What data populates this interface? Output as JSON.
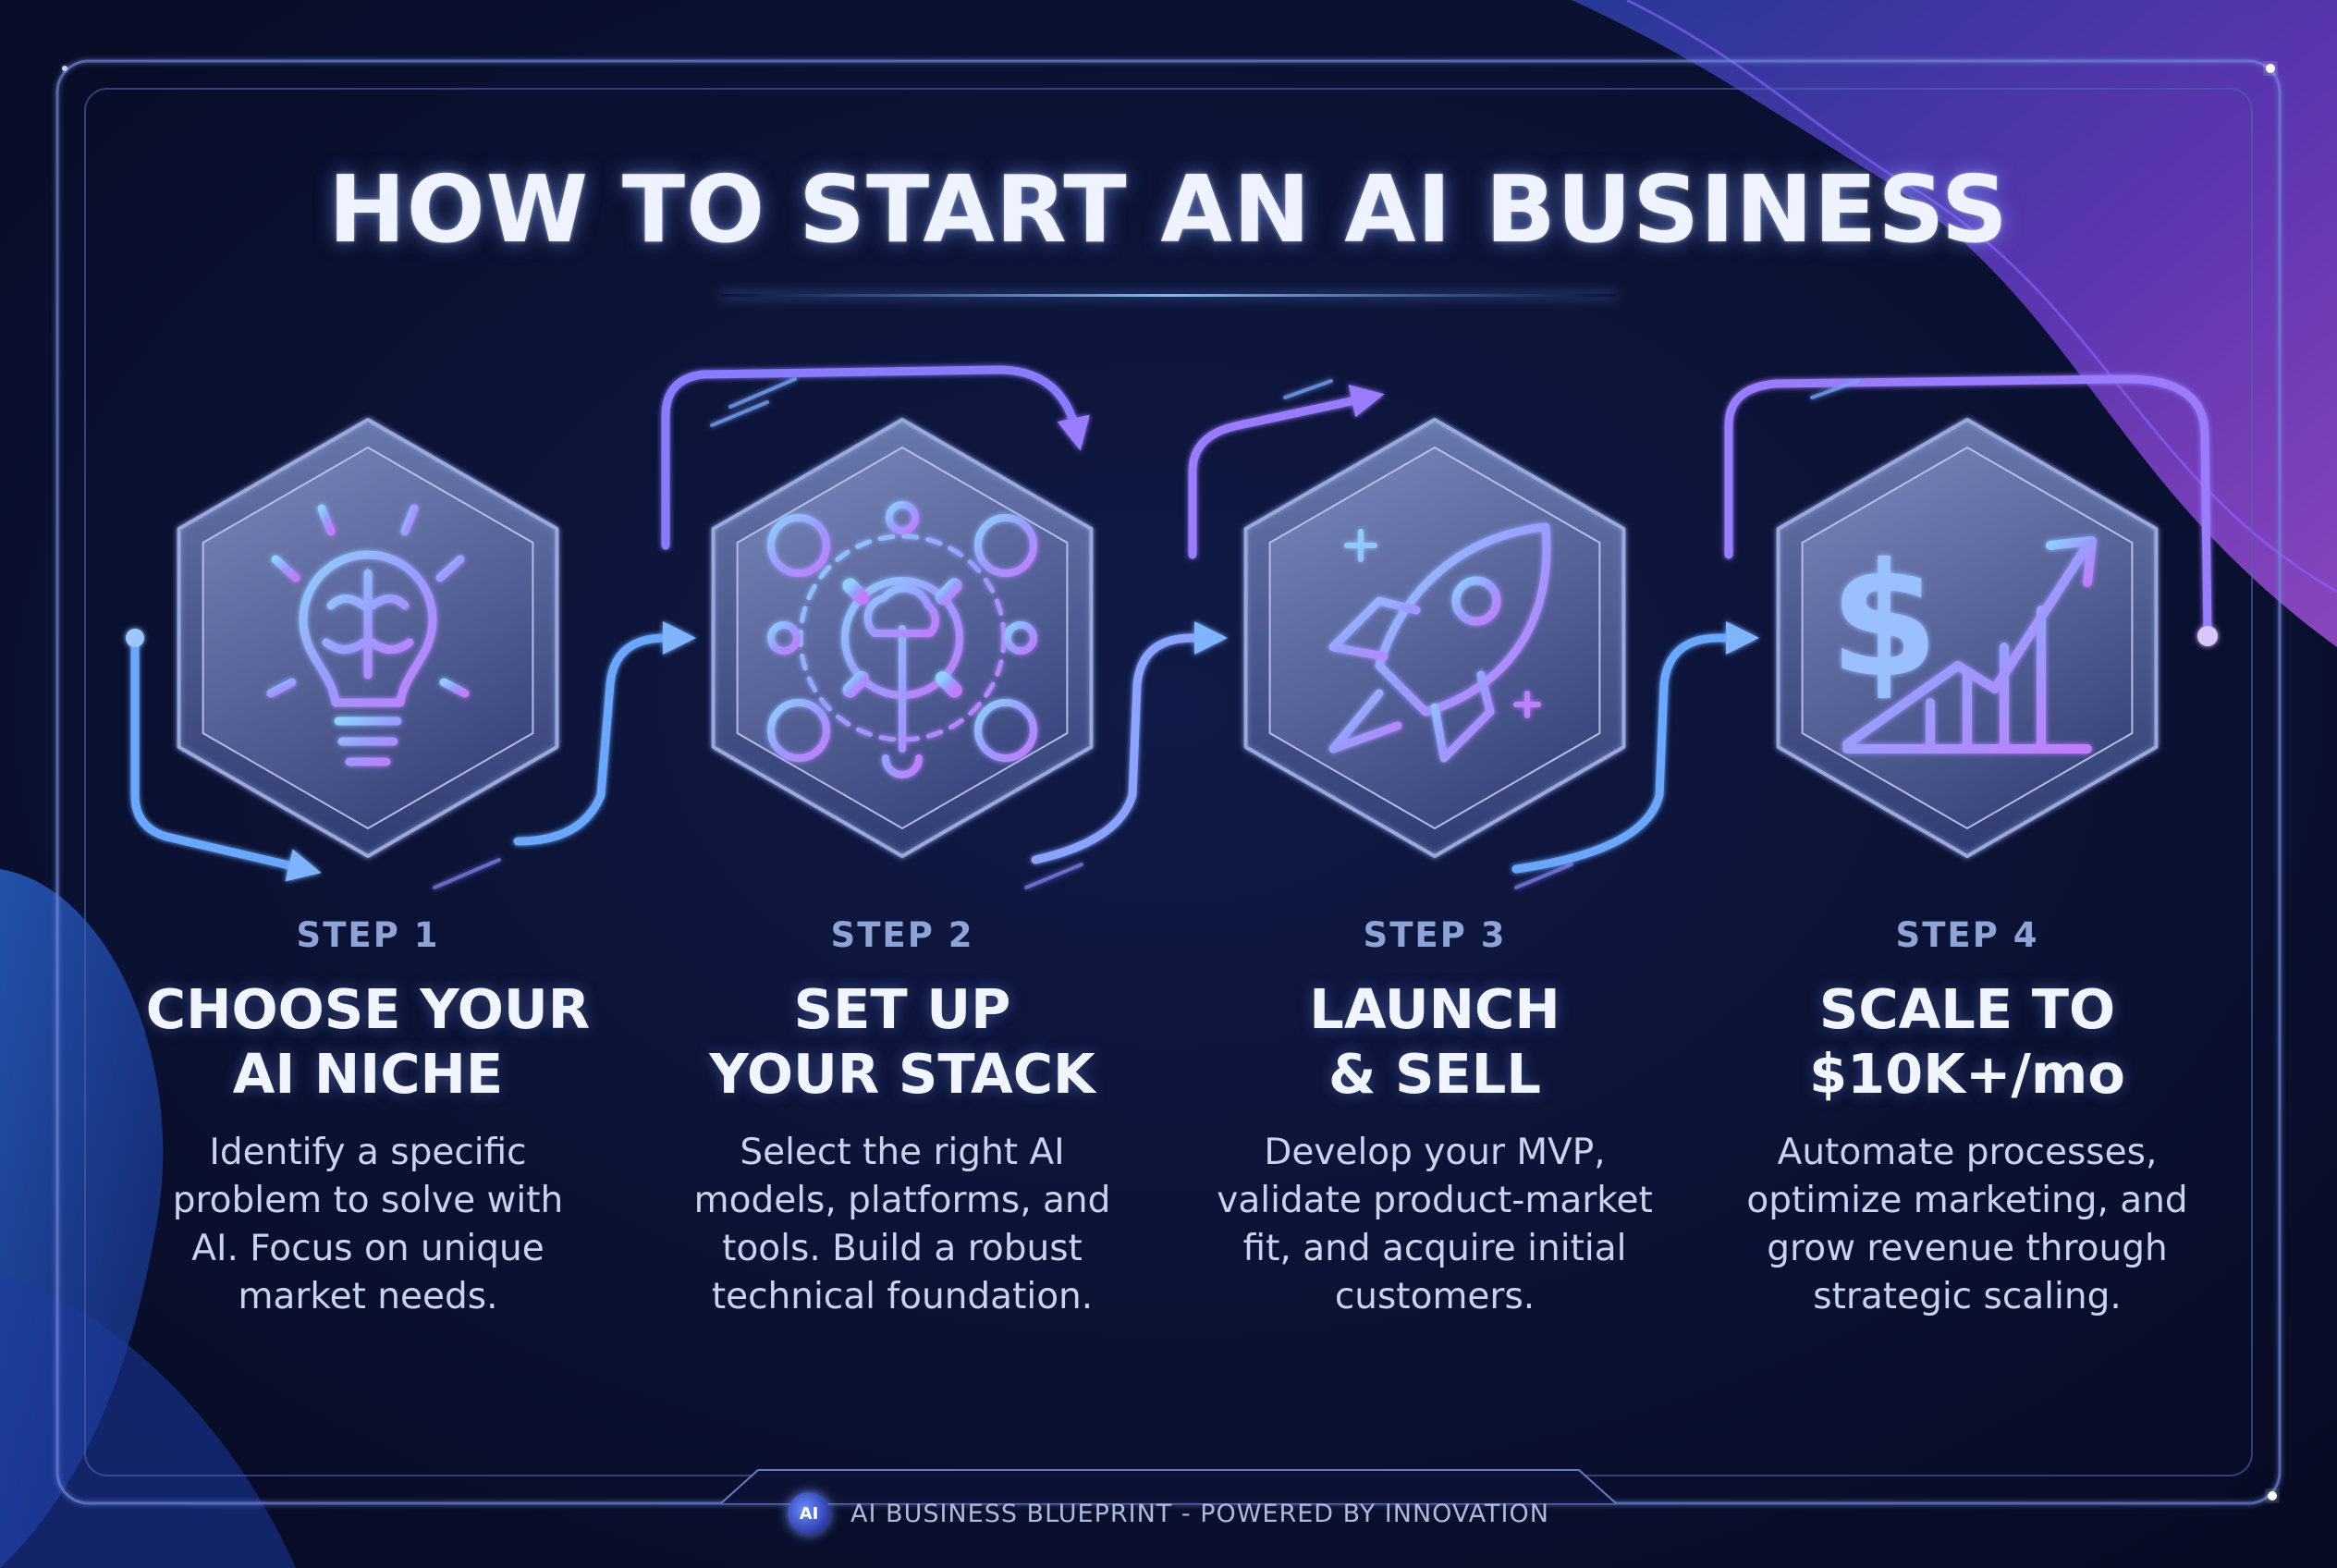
{
  "title": "HOW TO START AN AI BUSINESS",
  "colors": {
    "background": "#0a1030",
    "accent_blue": "#5aa2ff",
    "accent_violet": "#9a6cff",
    "text_primary": "#f1f5ff",
    "text_secondary": "#c9d3f0",
    "step_label": "#8ea3d6"
  },
  "steps": [
    {
      "label": "STEP 1",
      "heading": "CHOOSE YOUR\nAI NICHE",
      "description": "Identify a specific\nproblem to solve with\nAI. Focus on unique\nmarket needs.",
      "icon": "lightbulb-brain-icon"
    },
    {
      "label": "STEP 2",
      "heading": "SET UP\nYOUR STACK",
      "description": "Select the right AI\nmodels, platforms, and\ntools. Build a robust\ntechnical foundation.",
      "icon": "gear-stack-icon"
    },
    {
      "label": "STEP 3",
      "heading": "LAUNCH\n& SELL",
      "description": "Develop your MVP,\nvalidate product-market\nfit, and acquire initial\ncustomers.",
      "icon": "rocket-icon"
    },
    {
      "label": "STEP 4",
      "heading": "SCALE TO\n$10K+/mo",
      "description": "Automate processes,\noptimize marketing, and\ngrow revenue through\nstrategic scaling.",
      "icon": "dollar-growth-chart-icon"
    }
  ],
  "footer": {
    "badge": "AI",
    "text": "AI BUSINESS BLUEPRINT - POWERED BY INNOVATION"
  }
}
